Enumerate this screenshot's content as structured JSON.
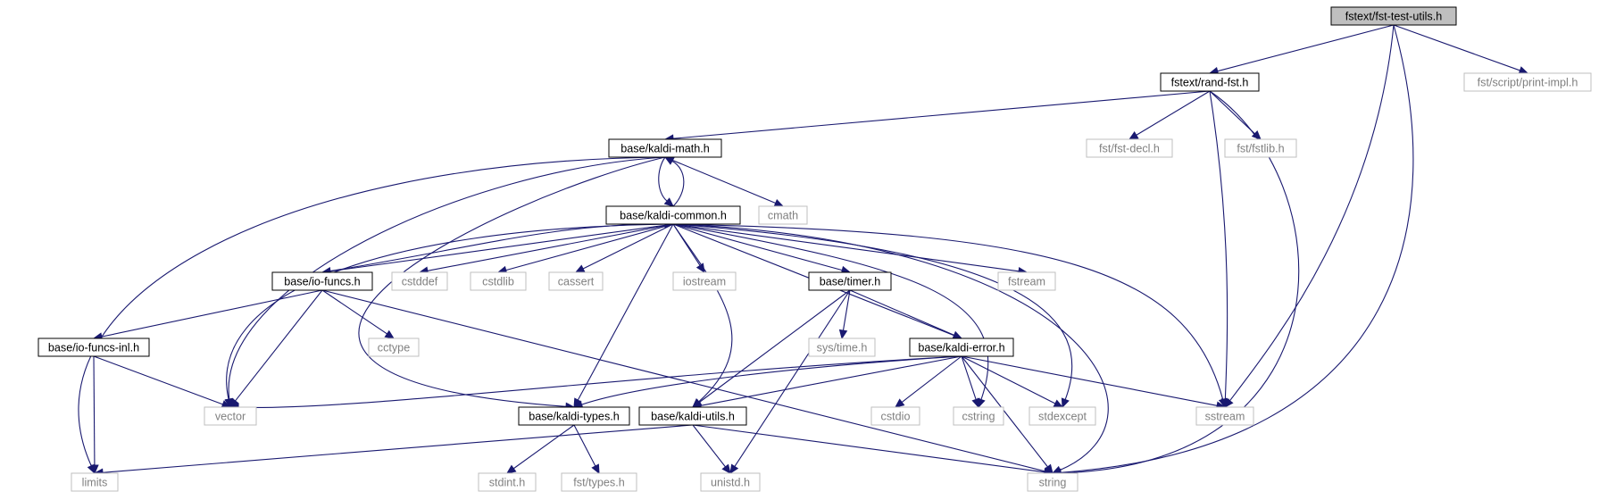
{
  "colors": {
    "edge": "#191970",
    "root_fill": "#bfbfbf",
    "documented_border": "#000000",
    "system_border": "#bfbfbf",
    "system_text": "#808080",
    "label_text": "#000000"
  },
  "nodes": [
    {
      "id": "fstext_fst_test_utils",
      "label": "fstext/fst-test-utils.h",
      "kind": "root"
    },
    {
      "id": "fstext_rand_fst",
      "label": "fstext/rand-fst.h",
      "kind": "documented"
    },
    {
      "id": "fst_script_print_impl",
      "label": "fst/script/print-impl.h",
      "kind": "system"
    },
    {
      "id": "base_kaldi_math",
      "label": "base/kaldi-math.h",
      "kind": "documented"
    },
    {
      "id": "fst_fst_decl",
      "label": "fst/fst-decl.h",
      "kind": "system"
    },
    {
      "id": "fst_fstlib",
      "label": "fst/fstlib.h",
      "kind": "system"
    },
    {
      "id": "cmath",
      "label": "cmath",
      "kind": "system"
    },
    {
      "id": "base_kaldi_common",
      "label": "base/kaldi-common.h",
      "kind": "documented"
    },
    {
      "id": "base_io_funcs",
      "label": "base/io-funcs.h",
      "kind": "documented"
    },
    {
      "id": "cstddef",
      "label": "cstddef",
      "kind": "system"
    },
    {
      "id": "cstdlib",
      "label": "cstdlib",
      "kind": "system"
    },
    {
      "id": "cassert",
      "label": "cassert",
      "kind": "system"
    },
    {
      "id": "iostream",
      "label": "iostream",
      "kind": "system"
    },
    {
      "id": "base_timer",
      "label": "base/timer.h",
      "kind": "documented"
    },
    {
      "id": "fstream",
      "label": "fstream",
      "kind": "system"
    },
    {
      "id": "base_io_funcs_inl",
      "label": "base/io-funcs-inl.h",
      "kind": "documented"
    },
    {
      "id": "cctype",
      "label": "cctype",
      "kind": "system"
    },
    {
      "id": "sys_time",
      "label": "sys/time.h",
      "kind": "system"
    },
    {
      "id": "base_kaldi_error",
      "label": "base/kaldi-error.h",
      "kind": "documented"
    },
    {
      "id": "vector",
      "label": "vector",
      "kind": "system"
    },
    {
      "id": "base_kaldi_types",
      "label": "base/kaldi-types.h",
      "kind": "documented"
    },
    {
      "id": "base_kaldi_utils",
      "label": "base/kaldi-utils.h",
      "kind": "documented"
    },
    {
      "id": "cstdio",
      "label": "cstdio",
      "kind": "system"
    },
    {
      "id": "cstring",
      "label": "cstring",
      "kind": "system"
    },
    {
      "id": "stdexcept",
      "label": "stdexcept",
      "kind": "system"
    },
    {
      "id": "sstream",
      "label": "sstream",
      "kind": "system"
    },
    {
      "id": "limits",
      "label": "limits",
      "kind": "system"
    },
    {
      "id": "stdint",
      "label": "stdint.h",
      "kind": "system"
    },
    {
      "id": "fst_types",
      "label": "fst/types.h",
      "kind": "system"
    },
    {
      "id": "unistd",
      "label": "unistd.h",
      "kind": "system"
    },
    {
      "id": "string",
      "label": "string",
      "kind": "system"
    }
  ],
  "edges": [
    {
      "from": "fstext_fst_test_utils",
      "to": "fstext_rand_fst"
    },
    {
      "from": "fstext_fst_test_utils",
      "to": "fst_script_print_impl"
    },
    {
      "from": "fstext_fst_test_utils",
      "to": "sstream"
    },
    {
      "from": "fstext_fst_test_utils",
      "to": "string"
    },
    {
      "from": "fstext_rand_fst",
      "to": "base_kaldi_math"
    },
    {
      "from": "fstext_rand_fst",
      "to": "fst_fst_decl"
    },
    {
      "from": "fstext_rand_fst",
      "to": "fst_fstlib"
    },
    {
      "from": "fstext_rand_fst",
      "to": "sstream"
    },
    {
      "from": "fstext_rand_fst",
      "to": "string"
    },
    {
      "from": "base_kaldi_math",
      "to": "limits"
    },
    {
      "from": "base_kaldi_math",
      "to": "vector"
    },
    {
      "from": "base_kaldi_math",
      "to": "base_kaldi_types"
    },
    {
      "from": "base_kaldi_math",
      "to": "base_kaldi_common"
    },
    {
      "from": "base_kaldi_math",
      "to": "cmath"
    },
    {
      "from": "base_kaldi_common",
      "to": "base_kaldi_math"
    },
    {
      "from": "base_kaldi_common",
      "to": "vector"
    },
    {
      "from": "base_kaldi_common",
      "to": "base_io_funcs"
    },
    {
      "from": "base_kaldi_common",
      "to": "cstddef"
    },
    {
      "from": "base_kaldi_common",
      "to": "cstdlib"
    },
    {
      "from": "base_kaldi_common",
      "to": "cassert"
    },
    {
      "from": "base_kaldi_common",
      "to": "iostream"
    },
    {
      "from": "base_kaldi_common",
      "to": "base_kaldi_types"
    },
    {
      "from": "base_kaldi_common",
      "to": "base_kaldi_utils"
    },
    {
      "from": "base_kaldi_common",
      "to": "base_timer"
    },
    {
      "from": "base_kaldi_common",
      "to": "base_kaldi_error"
    },
    {
      "from": "base_kaldi_common",
      "to": "cstring"
    },
    {
      "from": "base_kaldi_common",
      "to": "fstream"
    },
    {
      "from": "base_kaldi_common",
      "to": "stdexcept"
    },
    {
      "from": "base_kaldi_common",
      "to": "string"
    },
    {
      "from": "base_kaldi_common",
      "to": "sstream"
    },
    {
      "from": "base_io_funcs",
      "to": "base_kaldi_common"
    },
    {
      "from": "base_io_funcs",
      "to": "base_io_funcs_inl"
    },
    {
      "from": "base_io_funcs",
      "to": "cctype"
    },
    {
      "from": "base_io_funcs",
      "to": "vector"
    },
    {
      "from": "base_io_funcs",
      "to": "string"
    },
    {
      "from": "base_io_funcs_inl",
      "to": "limits"
    },
    {
      "from": "base_io_funcs_inl",
      "to": "vector"
    },
    {
      "from": "base_timer",
      "to": "sys_time"
    },
    {
      "from": "base_timer",
      "to": "base_kaldi_error"
    },
    {
      "from": "base_timer",
      "to": "base_kaldi_utils"
    },
    {
      "from": "base_timer",
      "to": "unistd"
    },
    {
      "from": "base_kaldi_error",
      "to": "vector"
    },
    {
      "from": "base_kaldi_error",
      "to": "base_kaldi_types"
    },
    {
      "from": "base_kaldi_error",
      "to": "base_kaldi_utils"
    },
    {
      "from": "base_kaldi_error",
      "to": "cstdio"
    },
    {
      "from": "base_kaldi_error",
      "to": "cstring"
    },
    {
      "from": "base_kaldi_error",
      "to": "stdexcept"
    },
    {
      "from": "base_kaldi_error",
      "to": "string"
    },
    {
      "from": "base_kaldi_error",
      "to": "sstream"
    },
    {
      "from": "base_kaldi_types",
      "to": "stdint"
    },
    {
      "from": "base_kaldi_types",
      "to": "fst_types"
    },
    {
      "from": "base_kaldi_utils",
      "to": "limits"
    },
    {
      "from": "base_kaldi_utils",
      "to": "unistd"
    },
    {
      "from": "base_kaldi_utils",
      "to": "string"
    }
  ]
}
